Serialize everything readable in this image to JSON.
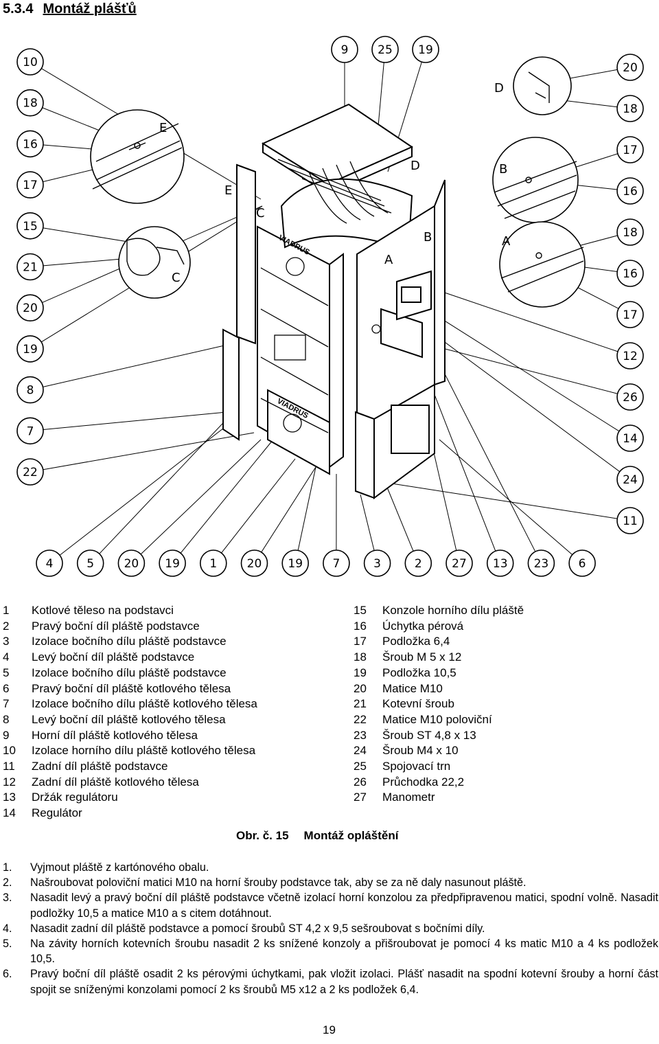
{
  "heading": {
    "number": "5.3.4",
    "title": "Montáž plášťů"
  },
  "callouts": {
    "left": [
      "10",
      "18",
      "16",
      "17",
      "15",
      "21",
      "20",
      "19",
      "8",
      "7",
      "22"
    ],
    "right": [
      "20",
      "18",
      "17",
      "16",
      "18",
      "16",
      "17",
      "12",
      "26",
      "14",
      "24",
      "11"
    ],
    "top": [
      "9",
      "25",
      "19"
    ],
    "bottom": [
      "4",
      "5",
      "20",
      "19",
      "1",
      "20",
      "19",
      "7",
      "3",
      "2",
      "27",
      "13",
      "23",
      "6"
    ]
  },
  "detail_letters": [
    "E",
    "E",
    "C",
    "C",
    "D",
    "D",
    "B",
    "B",
    "A",
    "A"
  ],
  "brand": "VIADRUS",
  "legend_left": [
    {
      "n": "1",
      "t": "Kotlové těleso na podstavci"
    },
    {
      "n": "2",
      "t": "Pravý boční díl pláště podstavce"
    },
    {
      "n": "3",
      "t": "Izolace bočního dílu pláště podstavce"
    },
    {
      "n": "4",
      "t": "Levý boční díl pláště podstavce"
    },
    {
      "n": "5",
      "t": "Izolace bočního dílu pláště podstavce"
    },
    {
      "n": "6",
      "t": "Pravý boční díl pláště kotlového tělesa"
    },
    {
      "n": "7",
      "t": "Izolace bočního dílu pláště kotlového tělesa"
    },
    {
      "n": "8",
      "t": "Levý boční díl pláště kotlového tělesa"
    },
    {
      "n": "9",
      "t": "Horní díl pláště kotlového tělesa"
    },
    {
      "n": "10",
      "t": "Izolace horního dílu pláště kotlového tělesa"
    },
    {
      "n": "11",
      "t": "Zadní díl pláště podstavce"
    },
    {
      "n": "12",
      "t": "Zadní díl pláště kotlového tělesa"
    },
    {
      "n": "13",
      "t": "Držák regulátoru"
    },
    {
      "n": "14",
      "t": "Regulátor"
    }
  ],
  "legend_right": [
    {
      "n": "15",
      "t": "Konzole horního dílu pláště"
    },
    {
      "n": "16",
      "t": "Úchytka pérová"
    },
    {
      "n": "17",
      "t": "Podložka 6,4"
    },
    {
      "n": "18",
      "t": "Šroub M 5 x 12"
    },
    {
      "n": "19",
      "t": "Podložka 10,5"
    },
    {
      "n": "20",
      "t": "Matice M10"
    },
    {
      "n": "21",
      "t": "Kotevní šroub"
    },
    {
      "n": "22",
      "t": "Matice M10 poloviční"
    },
    {
      "n": "23",
      "t": "Šroub ST 4,8 x 13"
    },
    {
      "n": "24",
      "t": "Šroub M4 x 10"
    },
    {
      "n": "25",
      "t": "Spojovací trn"
    },
    {
      "n": "26",
      "t": "Průchodka 22,2"
    },
    {
      "n": "27",
      "t": "Manometr"
    }
  ],
  "caption": {
    "label": "Obr. č. 15",
    "title": "Montáž opláštění"
  },
  "steps": [
    {
      "n": "1.",
      "t": "Vyjmout pláště z kartónového obalu."
    },
    {
      "n": "2.",
      "t": "Našroubovat poloviční matici M10 na horní šrouby podstavce tak, aby se za ně daly nasunout pláště."
    },
    {
      "n": "3.",
      "t": "Nasadit levý a pravý boční díl pláště podstavce včetně izolací horní konzolou za předpřipravenou matici, spodní volně. Nasadit podložky 10,5 a matice M10 a s citem dotáhnout."
    },
    {
      "n": "4.",
      "t": "Nasadit zadní díl pláště podstavce a pomocí šroubů ST 4,2 x 9,5 sešroubovat s bočními díly."
    },
    {
      "n": "5.",
      "t": "Na závity horních kotevních šroubu nasadit 2 ks snížené konzoly a přišroubovat je pomocí 4 ks matic M10 a 4 ks podložek 10,5."
    },
    {
      "n": "6.",
      "t": "Pravý boční díl pláště osadit 2 ks pérovými úchytkami, pak vložit izolaci. Plášť nasadit na spodní kotevní šrouby a horní část spojit se sníženými konzolami pomocí 2 ks šroubů M5 x12 a 2 ks podložek 6,4."
    }
  ],
  "page_number": "19"
}
